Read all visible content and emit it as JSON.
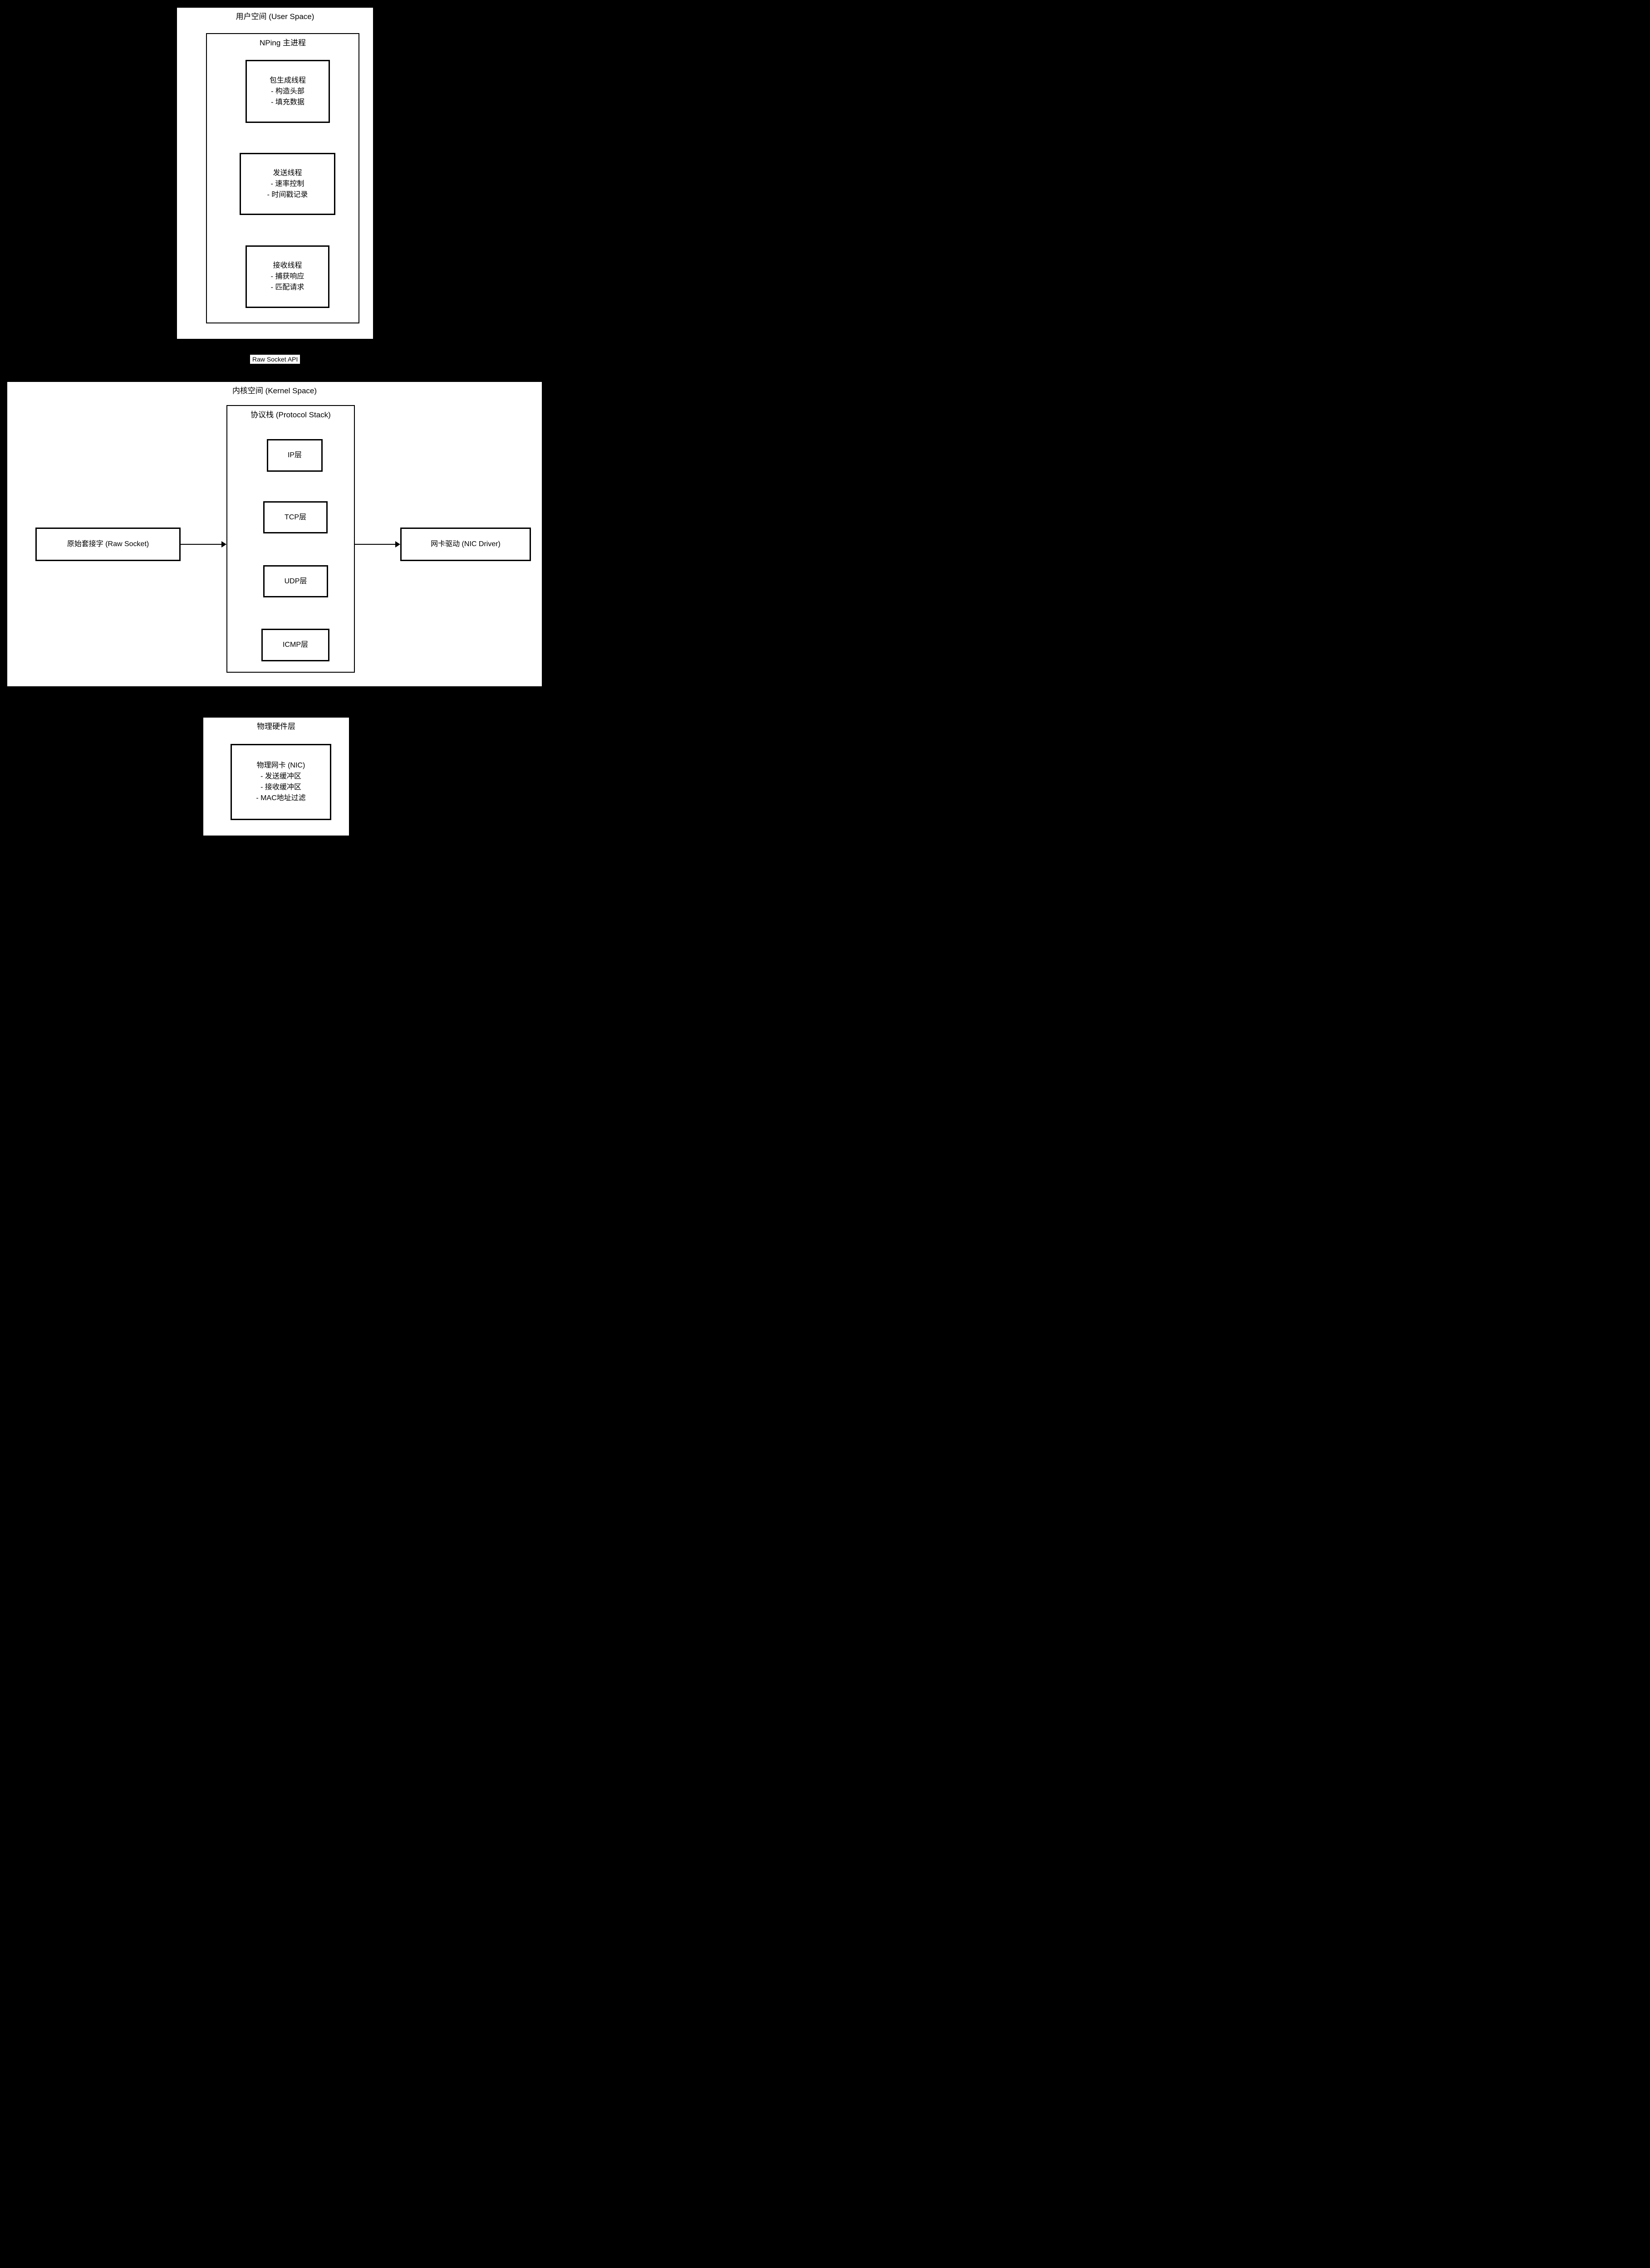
{
  "diagram": {
    "user_space": {
      "title": "用户空间 (User Space)",
      "nping": {
        "title": "NPing 主进程",
        "gen_thread": {
          "line1": "包生成线程",
          "line2": "- 构造头部",
          "line3": "- 填充数据"
        },
        "send_thread": {
          "line1": "发送线程",
          "line2": "- 速率控制",
          "line3": "- 时间戳记录"
        },
        "recv_thread": {
          "line1": "接收线程",
          "line2": "- 捕获响应",
          "line3": "- 匹配请求"
        }
      }
    },
    "edge_label": "Raw Socket API",
    "kernel_space": {
      "title": "内核空间 (Kernel Space)",
      "raw_socket_node": "原始套接字 (Raw Socket)",
      "protocol_stack": {
        "title": "协议栈 (Protocol Stack)",
        "ip_layer": "IP层",
        "tcp_layer": "TCP层",
        "udp_layer": "UDP层",
        "icmp_layer": "ICMP层"
      },
      "nic_driver_node": "网卡驱动 (NIC Driver)"
    },
    "hardware": {
      "title": "物理硬件层",
      "nic": {
        "line1": "物理网卡 (NIC)",
        "line2": "- 发送缓冲区",
        "line3": "- 接收缓冲区",
        "line4": "- MAC地址过滤"
      }
    },
    "colors": {
      "background": "#000000",
      "box_fill": "#ffffff",
      "box_border": "#000000",
      "text": "#000000"
    }
  }
}
